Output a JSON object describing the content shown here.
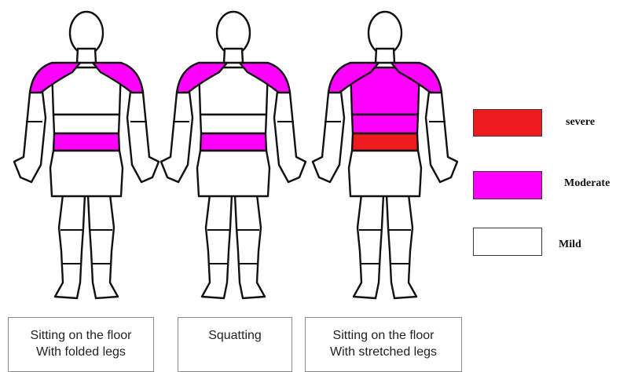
{
  "legend": [
    {
      "label": "severe",
      "color": "#ee1c1c"
    },
    {
      "label": "Moderate",
      "color": "#ff00ff"
    },
    {
      "label": "Mild",
      "color": "#ffffff"
    }
  ],
  "figures": [
    {
      "caption_line1": "Sitting on the floor",
      "caption_line2": "With folded legs",
      "regions": {
        "shoulders": "Moderate",
        "upper_back": "Mild",
        "mid_back": "Mild",
        "lower_back": "Moderate",
        "hips": "Mild"
      }
    },
    {
      "caption_line1": "Squatting",
      "caption_line2": "",
      "regions": {
        "shoulders": "Moderate",
        "upper_back": "Mild",
        "mid_back": "Mild",
        "lower_back": "Moderate",
        "hips": "Mild"
      }
    },
    {
      "caption_line1": "Sitting on the floor",
      "caption_line2": "With stretched legs",
      "regions": {
        "shoulders": "Moderate",
        "upper_back": "Moderate",
        "mid_back": "Moderate",
        "lower_back": "severe",
        "hips": "Mild"
      }
    }
  ]
}
